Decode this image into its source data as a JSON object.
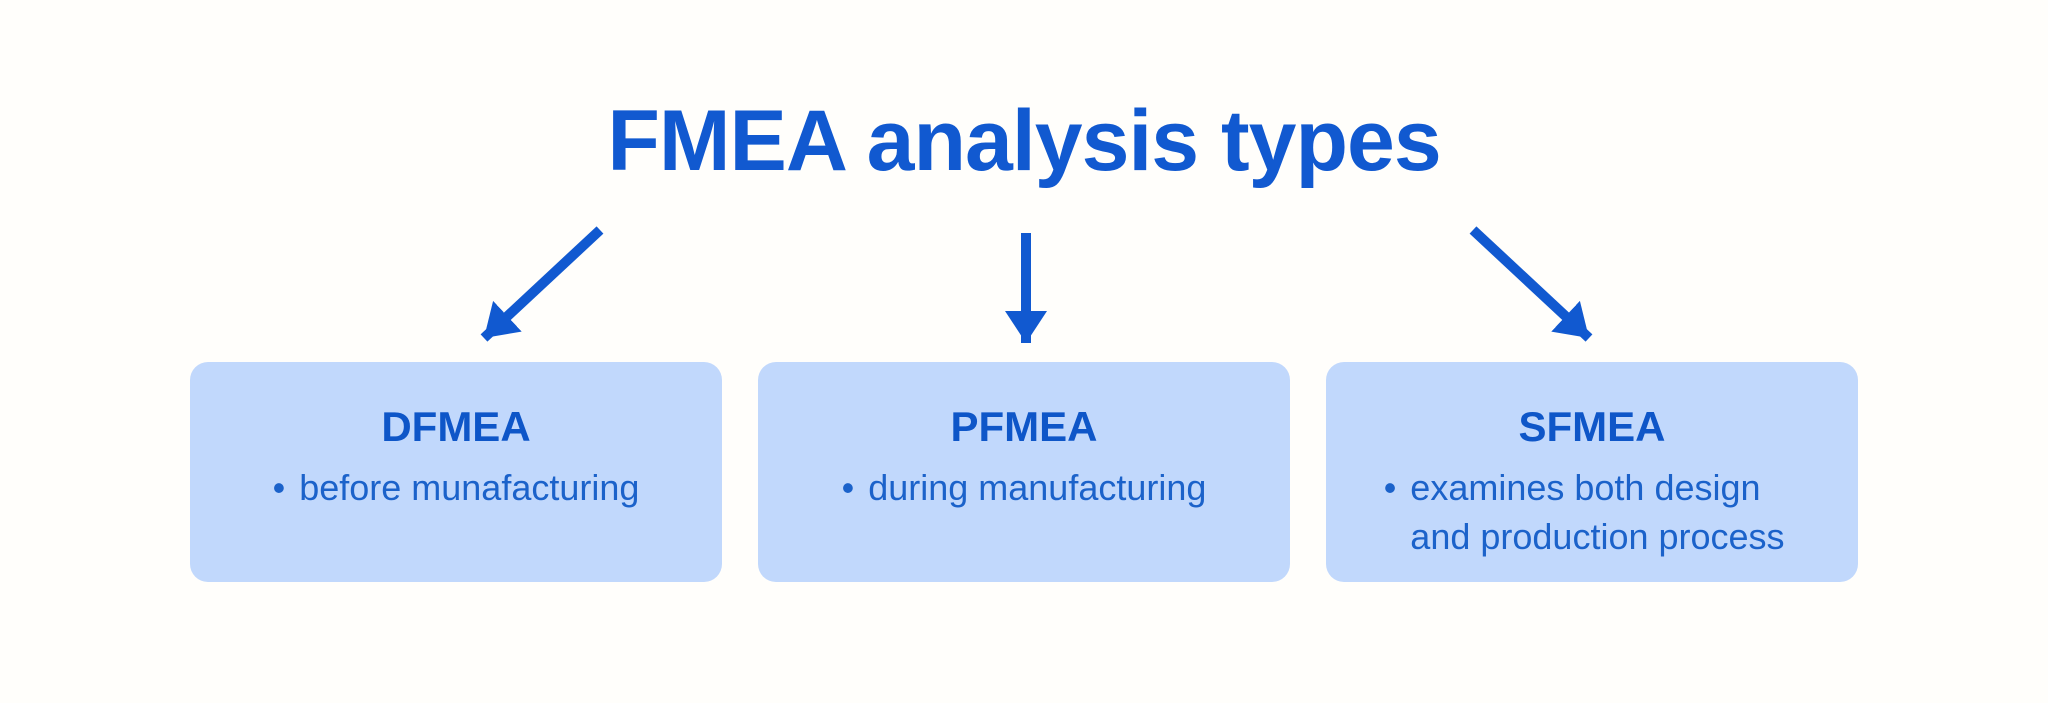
{
  "diagram": {
    "title": "FMEA analysis types",
    "bullet_glyph": "•",
    "nodes": [
      {
        "heading": "DFMEA",
        "bullets": [
          "before munafacturing"
        ]
      },
      {
        "heading": "PFMEA",
        "bullets": [
          "during manufacturing"
        ]
      },
      {
        "heading": "SFMEA",
        "bullets": [
          "examines both design and production process"
        ]
      }
    ],
    "arrows": [
      {
        "name": "arrow-to-dfmea",
        "direction": "down-left"
      },
      {
        "name": "arrow-to-pfmea",
        "direction": "down"
      },
      {
        "name": "arrow-to-sfmea",
        "direction": "down-right"
      }
    ],
    "colors": {
      "accent": "#1159d0",
      "card_bg": "#c1d8fc",
      "heading_text": "#0e56c8",
      "body_text": "#1b62ca",
      "background": "#fffefb"
    }
  }
}
